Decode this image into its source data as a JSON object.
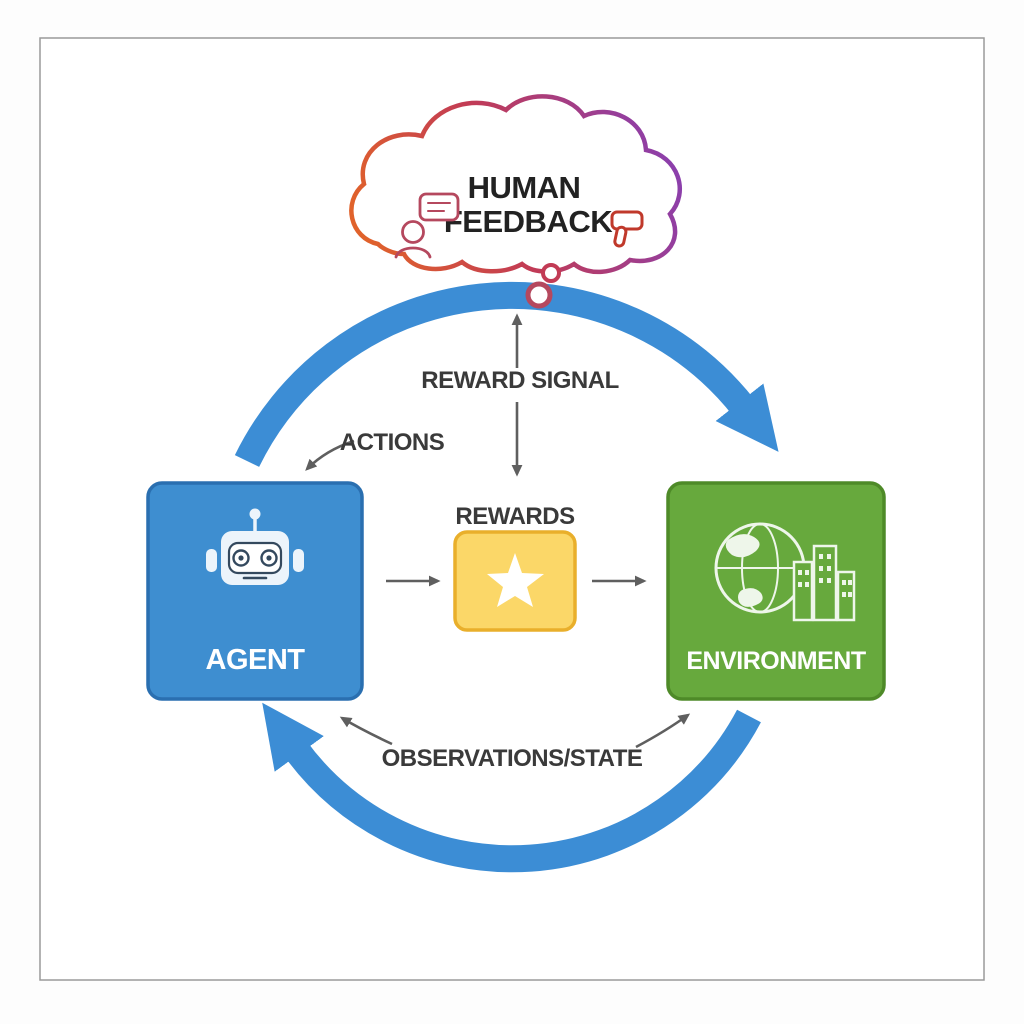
{
  "diagram": {
    "cloud": {
      "title_line1": "HUMAN",
      "title_line2": "FEEDBACK"
    },
    "labels": {
      "reward_signal": "REWARD SIGNAL",
      "actions": "ACTIONS",
      "rewards": "REWARDS",
      "observations": "OBSERVATIONS/STATE"
    },
    "nodes": {
      "agent": {
        "label": "AGENT"
      },
      "environment": {
        "label": "ENVIRONMENT"
      }
    },
    "colors": {
      "agent_fill": "#3E8ED0",
      "agent_border": "#2A6FB0",
      "environment_fill": "#67A93D",
      "environment_border": "#4E8A28",
      "rewards_fill": "#FBD768",
      "rewards_border": "#E9AF2B",
      "loop_arrow_blue": "#3C8DD5",
      "gray_arrow": "#5F5F5F",
      "cloud_gradient_left": "#E0622B",
      "cloud_gradient_mid": "#C23B55",
      "cloud_gradient_right": "#8A3FAE",
      "human_icon": "#B5485E",
      "thumbs_down_icon": "#C0392B",
      "text_dark": "#2F2F2F",
      "frame_border": "#9A9A9A"
    }
  }
}
